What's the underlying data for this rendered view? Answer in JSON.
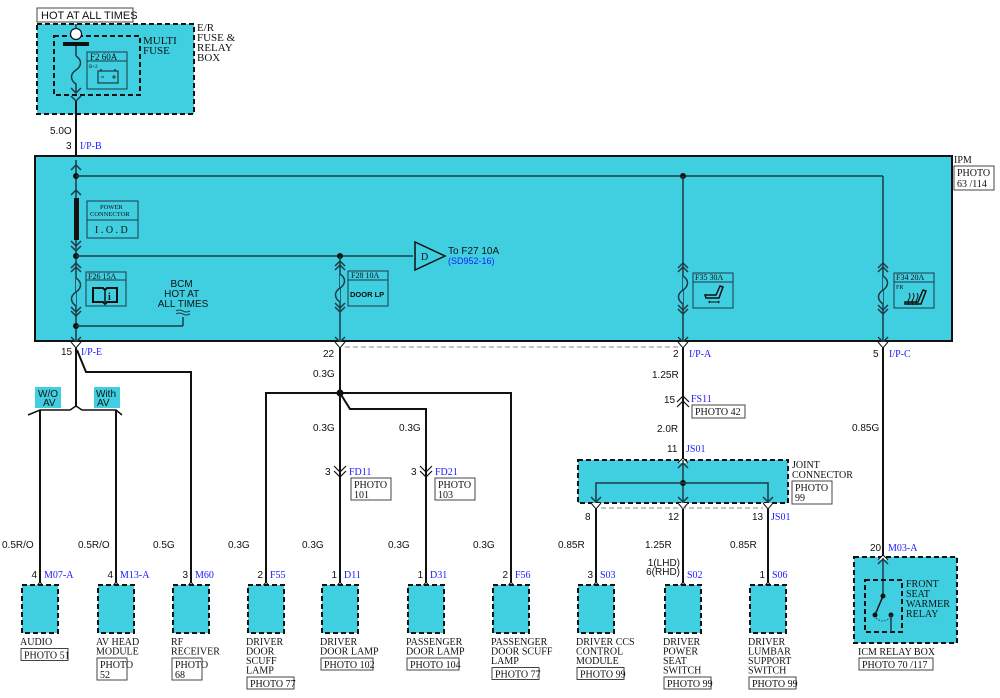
{
  "header": {
    "hot_label": "HOT AT ALL TIMES"
  },
  "er_box": {
    "label_lines": [
      "E/R",
      "FUSE &",
      "RELAY",
      "BOX"
    ],
    "multi_fuse_lines": [
      "MULTI",
      "FUSE"
    ],
    "fuse_name": "F2 60A",
    "fuse_sub": "B+2",
    "wire": "5.0O",
    "pin": "3",
    "connector": "I/P-B"
  },
  "ipm": {
    "label": "IPM",
    "photo_lines": [
      "PHOTO",
      "63 /114"
    ],
    "power_connector_lines": [
      "POWER",
      "CONNECTOR"
    ],
    "power_connector_value": "I . O . D",
    "fuse_f26": "F26 15A",
    "bcm_lines": [
      "BCM",
      "HOT AT",
      "ALL TIMES"
    ],
    "fuse_f28": "F28 10A",
    "fuse_f28_label": "DOOR LP",
    "to_label": "To F27 10A",
    "to_ref": "(SD952-16)",
    "d_symbol": "D",
    "fuse_f35": "F35 30A",
    "fuse_f34": "F34 20A",
    "fuse_f34_sub": "FR"
  },
  "outputs": [
    {
      "pin": "15",
      "connector": "I/P-E"
    },
    {
      "pin": "22",
      "connector": ""
    },
    {
      "pin": "2",
      "connector": "I/P-A"
    },
    {
      "pin": "5",
      "connector": "I/P-C"
    }
  ],
  "options": {
    "without_av": [
      "W/O",
      "AV"
    ],
    "with_av": [
      "With",
      "AV"
    ]
  },
  "wires": {
    "door_main": "0.3G",
    "fd11_upper": "0.3G",
    "fd21_upper": "0.3G",
    "ipa_upper": "1.25R",
    "fs11_lower": "2.0R",
    "ipc": "0.85G"
  },
  "inline_connectors": [
    {
      "pin": "3",
      "name": "FD11",
      "photo_lines": [
        "PHOTO",
        "101"
      ]
    },
    {
      "pin": "3",
      "name": "FD21",
      "photo_lines": [
        "PHOTO",
        "103"
      ]
    },
    {
      "pin": "15",
      "name": "FS11",
      "photo_lines": [
        "PHOTO 42"
      ]
    }
  ],
  "joint_connector": {
    "in_pin": "11",
    "name": "JS01",
    "label_lines": [
      "JOINT",
      "CONNECTOR"
    ],
    "photo_lines": [
      "PHOTO",
      "99"
    ],
    "out_pins": [
      "8",
      "12",
      "13"
    ],
    "out_name": "JS01"
  },
  "components": [
    {
      "wire": "0.5R/O",
      "pin": "4",
      "connector": "M07-A",
      "name_lines": [
        "AUDIO"
      ],
      "photo_lines": [
        "PHOTO 51"
      ]
    },
    {
      "wire": "0.5R/O",
      "pin": "4",
      "connector": "M13-A",
      "name_lines": [
        "AV HEAD",
        "MODULE"
      ],
      "photo_lines": [
        "PHOTO",
        "52"
      ]
    },
    {
      "wire": "0.5G",
      "pin": "3",
      "connector": "M60",
      "name_lines": [
        "RF",
        "RECEIVER"
      ],
      "photo_lines": [
        "PHOTO",
        "68"
      ]
    },
    {
      "wire": "0.3G",
      "pin": "2",
      "connector": "F55",
      "name_lines": [
        "DRIVER",
        "DOOR",
        "SCUFF",
        "LAMP"
      ],
      "photo_lines": [
        "PHOTO 77"
      ]
    },
    {
      "wire": "0.3G",
      "pin": "1",
      "connector": "D11",
      "name_lines": [
        "DRIVER",
        "DOOR LAMP"
      ],
      "photo_lines": [
        "PHOTO 102"
      ]
    },
    {
      "wire": "0.3G",
      "pin": "1",
      "connector": "D31",
      "name_lines": [
        "PASSENGER",
        "DOOR LAMP"
      ],
      "photo_lines": [
        "PHOTO 104"
      ]
    },
    {
      "wire": "0.3G",
      "pin": "2",
      "connector": "F56",
      "name_lines": [
        "PASSENGER",
        "DOOR SCUFF",
        "LAMP"
      ],
      "photo_lines": [
        "PHOTO 77"
      ]
    },
    {
      "wire": "0.85R",
      "pin": "3",
      "connector": "S03",
      "name_lines": [
        "DRIVER CCS",
        "CONTROL",
        "MODULE"
      ],
      "photo_lines": [
        "PHOTO 99"
      ]
    },
    {
      "wire": "1.25R",
      "pin": "1(LHD)\n6(RHD)",
      "pin_lines": [
        "1(LHD)",
        "6(RHD)"
      ],
      "connector": "S02",
      "name_lines": [
        "DRIVER",
        "POWER",
        "SEAT",
        "SWITCH"
      ],
      "photo_lines": [
        "PHOTO 99"
      ]
    },
    {
      "wire": "0.85R",
      "pin": "1",
      "connector": "S06",
      "name_lines": [
        "DRIVER",
        "LUMBAR",
        "SUPPORT",
        "SWITCH"
      ],
      "photo_lines": [
        "PHOTO 99"
      ]
    }
  ],
  "relay_box": {
    "pin": "20",
    "connector": "M03-A",
    "relay_lines": [
      "FRONT",
      "SEAT",
      "WARMER",
      "RELAY"
    ],
    "name": "ICM RELAY BOX",
    "photo": "PHOTO 70 /117"
  }
}
